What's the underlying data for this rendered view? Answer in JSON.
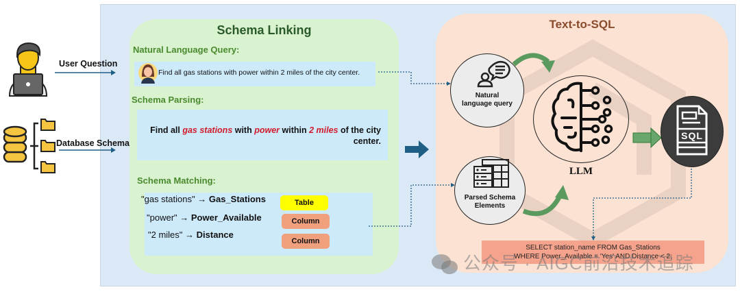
{
  "inputs": {
    "user_question_label": "User Question",
    "database_schema_label": "Database Schema"
  },
  "schema_linking": {
    "title": "Schema Linking",
    "nlq_label": "Natural Language Query:",
    "nlq_text": "Find all gas stations with power within 2 miles of the city center.",
    "parsing_label": "Schema Parsing:",
    "parsing_segments": [
      {
        "text": "Find all ",
        "highlight": false
      },
      {
        "text": "gas stations",
        "highlight": true
      },
      {
        "text": " with ",
        "highlight": false
      },
      {
        "text": "power",
        "highlight": true
      },
      {
        "text": " within ",
        "highlight": false
      },
      {
        "text": "2 miles",
        "highlight": true
      },
      {
        "text": " of the city",
        "highlight": false
      }
    ],
    "parsing_line2": "center.",
    "matching_label": "Schema Matching:",
    "mappings": [
      {
        "phrase": "\"gas stations\"",
        "arrow": "→",
        "target": "Gas_Stations",
        "tag": "Table"
      },
      {
        "phrase": "\"power\"",
        "arrow": "→",
        "target": "Power_Available",
        "tag": "Column"
      },
      {
        "phrase": "\"2 miles\"",
        "arrow": "→",
        "target": "Distance",
        "tag": "Column"
      }
    ]
  },
  "text_to_sql": {
    "title": "Text-to-SQL",
    "nlq_node_line1": "Natural",
    "nlq_node_line2": "language query",
    "schema_node_line1": "Parsed Schema",
    "schema_node_line2": "Elements",
    "llm_label": "LLM",
    "sql_icon_text": "SQL",
    "sql_line1": "SELECT station_name FROM Gas_Stations",
    "sql_line2": "WHERE Power_Available = 'Yes' AND Distance < 2;"
  },
  "watermark": "公众号 · AIGC前沿技术追踪",
  "colors": {
    "highlight_red": "#d11a2a",
    "section_green": "#4a8a2e",
    "arrow_blue": "#1f5f86",
    "flow_green": "#5a9a5e",
    "tag_table": "#ffff00",
    "tag_column": "#f0a07c"
  }
}
